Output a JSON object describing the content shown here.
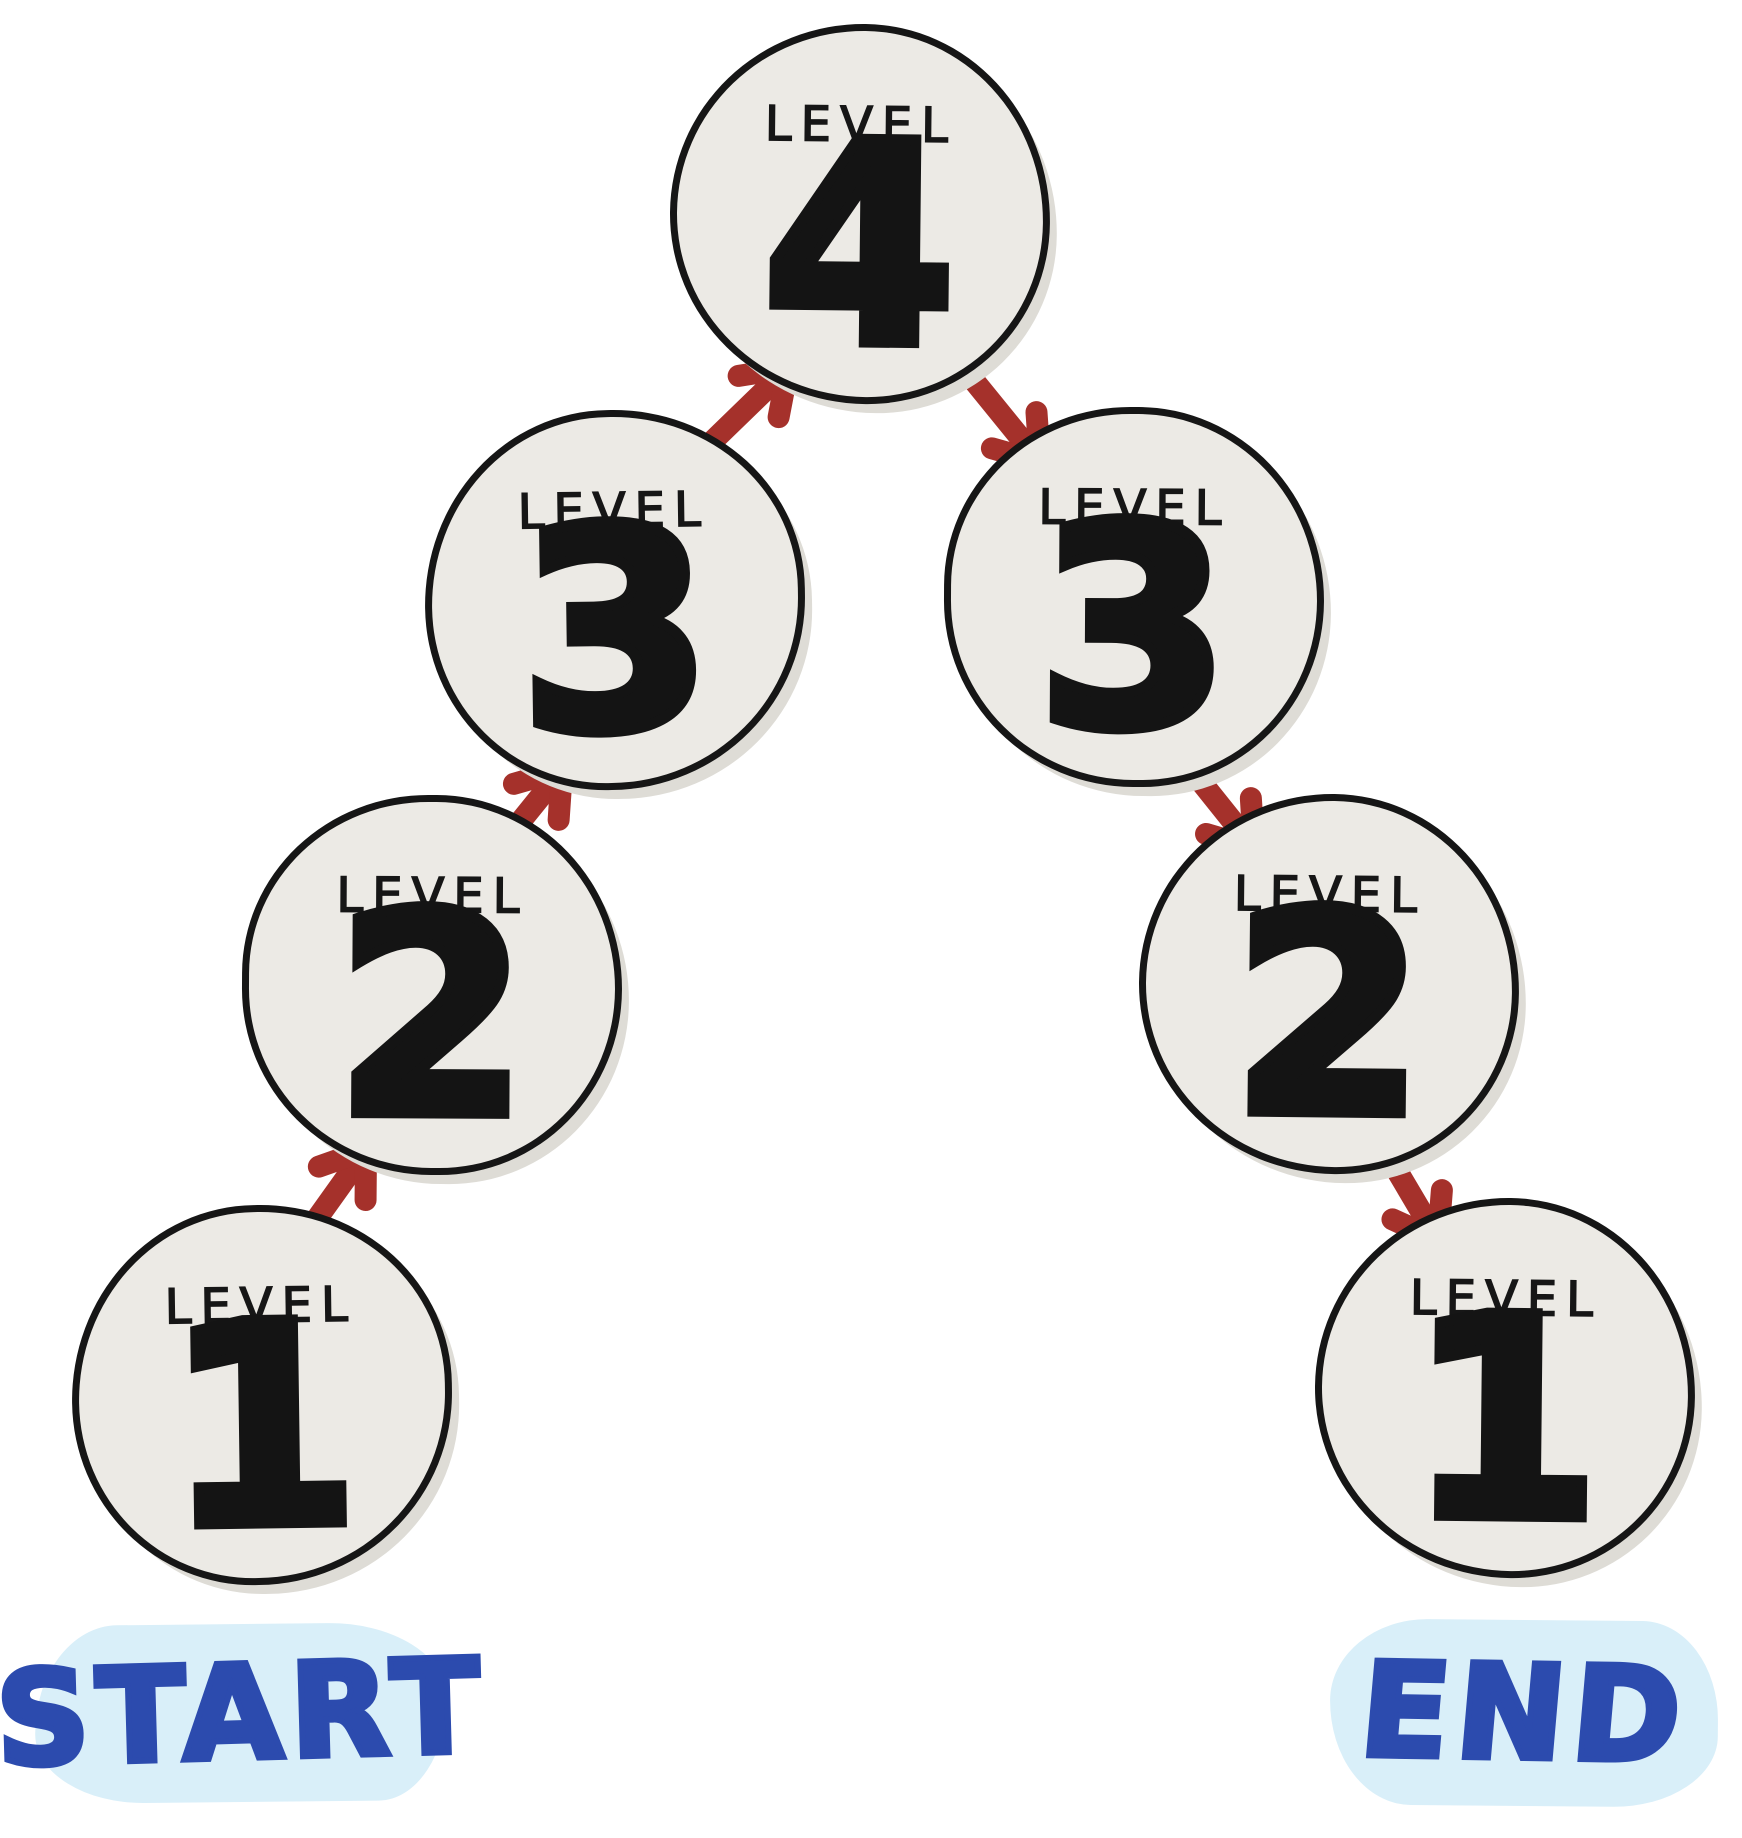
{
  "diagram_title": "level-path-diagram",
  "colors": {
    "background": "#ffffff",
    "node_fill": "#ECEAE5",
    "node_border": "#161616",
    "node_text": "#141414",
    "arrow_red": "#A5312B",
    "label_blue": "#2C4BAE",
    "blob_light_blue": "#D9EFF9"
  },
  "nodes": [
    {
      "id": "level-4",
      "label": "LEVEL",
      "value": "4"
    },
    {
      "id": "level-3-left",
      "label": "LEVEL",
      "value": "3"
    },
    {
      "id": "level-3-right",
      "label": "LEVEL",
      "value": "3"
    },
    {
      "id": "level-2-left",
      "label": "LEVEL",
      "value": "2"
    },
    {
      "id": "level-2-right",
      "label": "LEVEL",
      "value": "2"
    },
    {
      "id": "level-1-left",
      "label": "LEVEL",
      "value": "1"
    },
    {
      "id": "level-1-right",
      "label": "LEVEL",
      "value": "1"
    }
  ],
  "edges": [
    {
      "from": "level-1-left",
      "to": "level-2-left"
    },
    {
      "from": "level-2-left",
      "to": "level-3-left"
    },
    {
      "from": "level-3-left",
      "to": "level-4"
    },
    {
      "from": "level-4",
      "to": "level-3-right"
    },
    {
      "from": "level-3-right",
      "to": "level-2-right"
    },
    {
      "from": "level-2-right",
      "to": "level-1-right"
    }
  ],
  "annotations": {
    "start_label": "START",
    "end_label": "END"
  }
}
